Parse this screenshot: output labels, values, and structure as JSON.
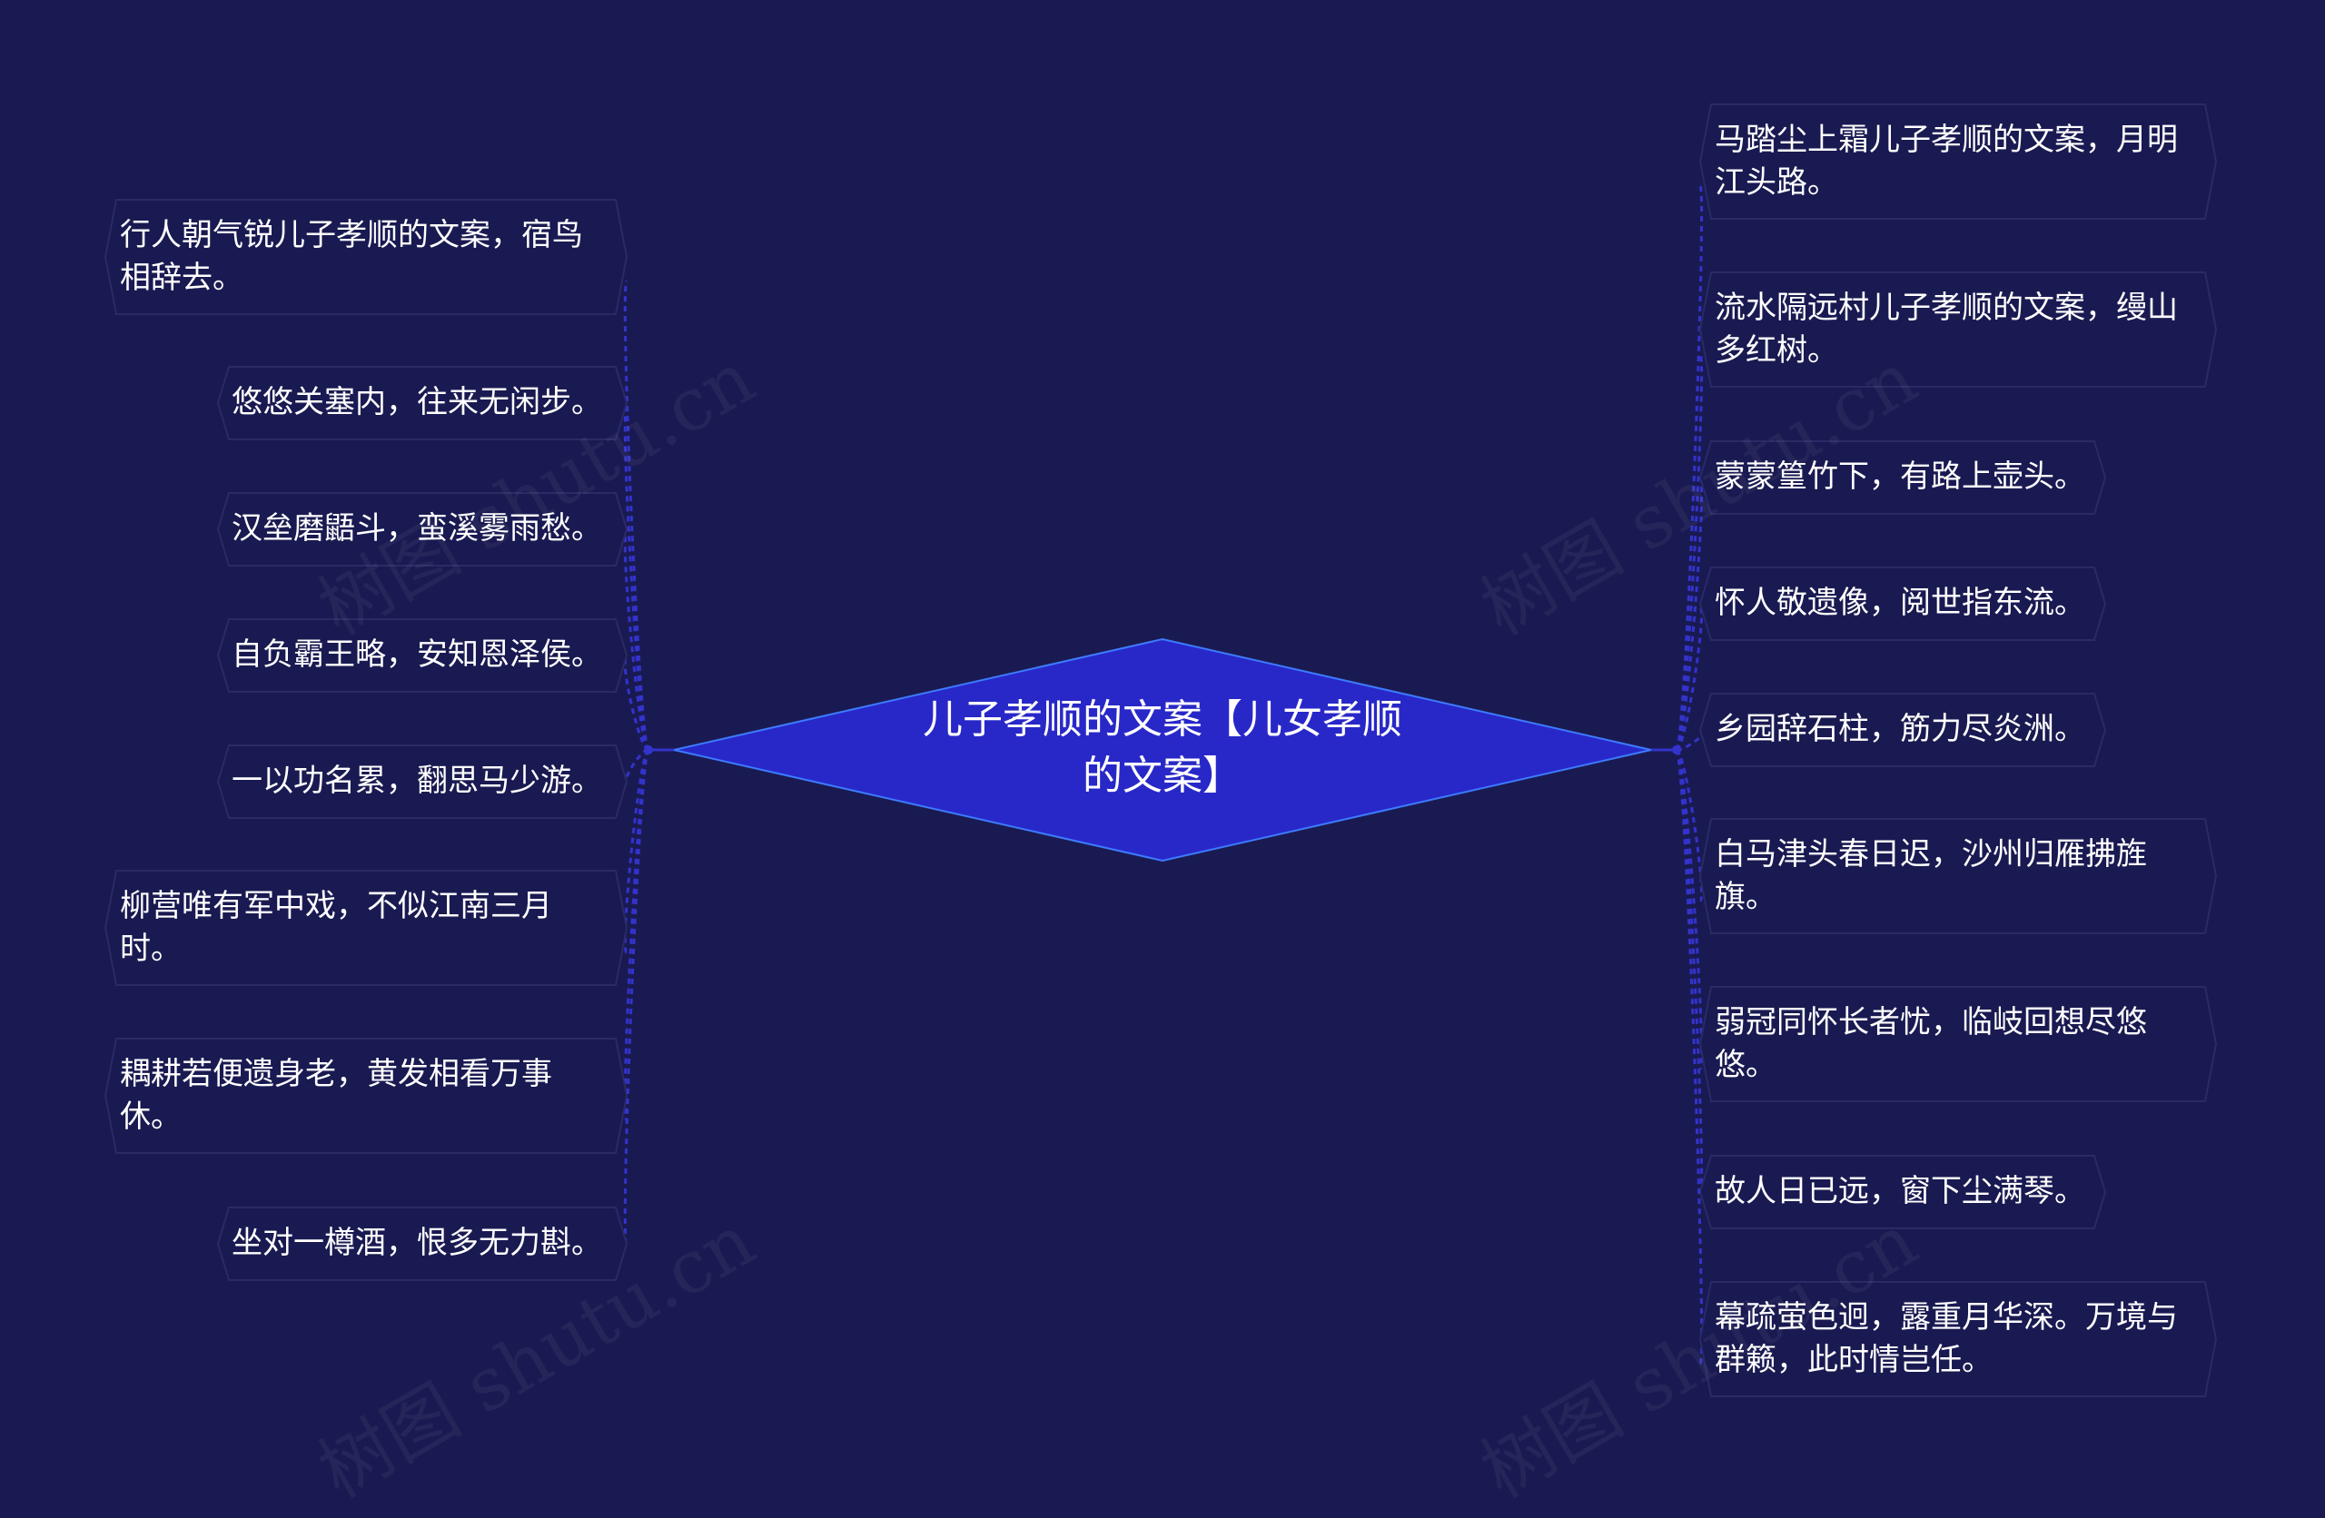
{
  "center": {
    "title": "儿子孝顺的文案【儿女孝顺的文案】"
  },
  "left": [
    {
      "text": "行人朝气锐儿子孝顺的文案，宿鸟相辞去。"
    },
    {
      "text": "悠悠关塞内，往来无闲步。"
    },
    {
      "text": "汉垒磨鼯斗，蛮溪雾雨愁。"
    },
    {
      "text": "自负霸王略，安知恩泽侯。"
    },
    {
      "text": "一以功名累，翻思马少游。"
    },
    {
      "text": "柳营唯有军中戏，不似江南三月时。"
    },
    {
      "text": "耦耕若便遗身老，黄发相看万事休。"
    },
    {
      "text": "坐对一樽酒，恨多无力斟。"
    }
  ],
  "right": [
    {
      "text": "马踏尘上霜儿子孝顺的文案，月明江头路。"
    },
    {
      "text": "流水隔远村儿子孝顺的文案，缦山多红树。"
    },
    {
      "text": "蒙蒙篁竹下，有路上壶头。"
    },
    {
      "text": "怀人敬遗像，阅世指东流。"
    },
    {
      "text": "乡园辞石柱，筋力尽炎洲。"
    },
    {
      "text": "白马津头春日迟，沙州归雁拂旌旗。"
    },
    {
      "text": "弱冠同怀长者忧，临岐回想尽悠悠。"
    },
    {
      "text": "故人日已远，窗下尘满琴。"
    },
    {
      "text": "幕疏萤色迥，露重月华深。万境与群籁，此时情岂任。"
    }
  ],
  "watermark": "树图 shutu.cn",
  "colors": {
    "background": "#1a1a52",
    "center_fill": "#2828c8",
    "center_stroke": "#3d7bff",
    "connector": "#3333cc",
    "node_stroke": "#2a2a66"
  }
}
